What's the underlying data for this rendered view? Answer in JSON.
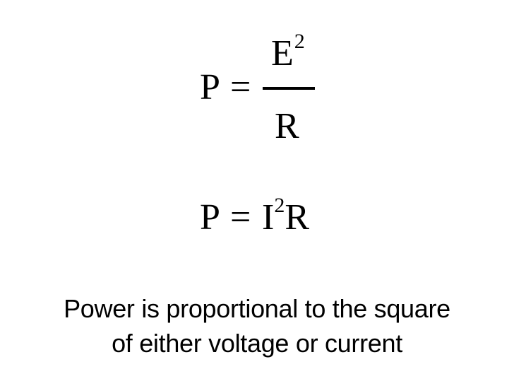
{
  "equation1": {
    "lhs": "P",
    "equals": "=",
    "numerator_base": "E",
    "numerator_exponent": "2",
    "denominator": "R"
  },
  "equation2": {
    "lhs": "P",
    "equals": "=",
    "term1_base": "I",
    "term1_exponent": "2",
    "term2": "R"
  },
  "caption": {
    "line1": "Power is proportional to the square",
    "line2": "of either voltage or current"
  },
  "colors": {
    "background": "#ffffff",
    "text": "#000000"
  }
}
